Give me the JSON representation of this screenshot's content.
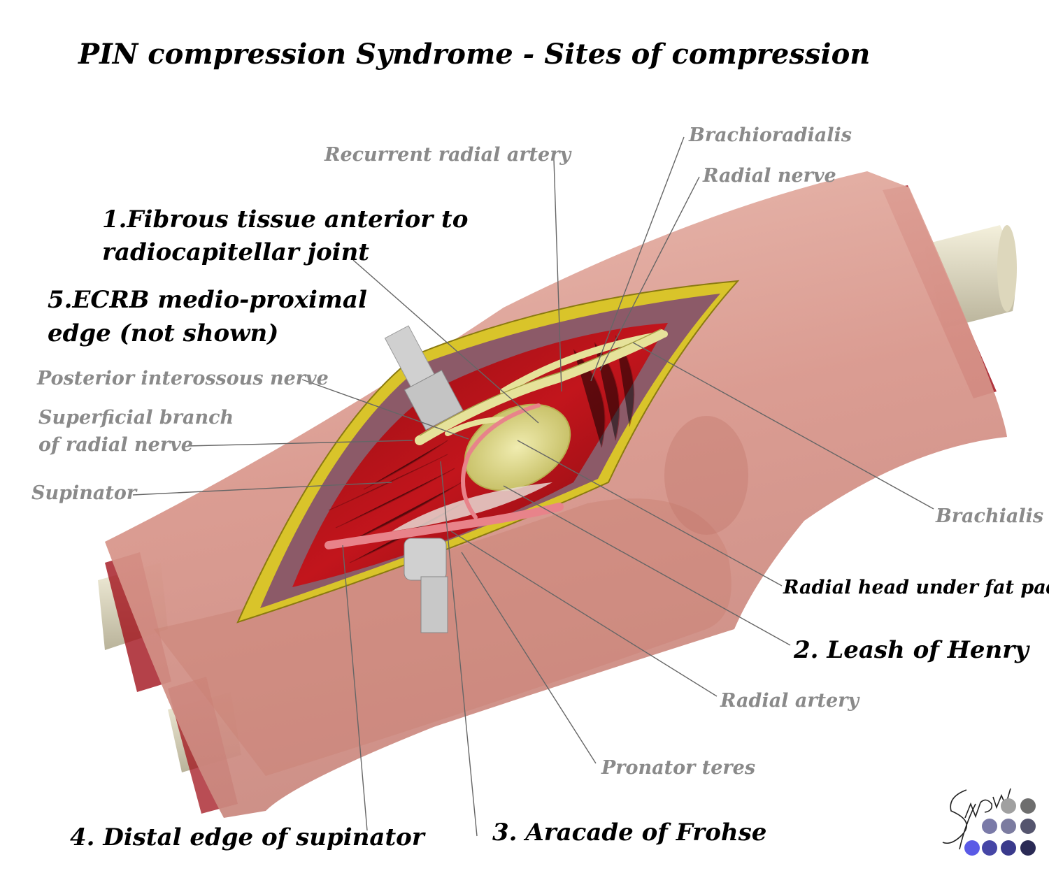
{
  "title": "PIN compression Syndrome - Sites of compression",
  "sites": {
    "fibrous_tissue": [
      "1.Fibrous tissue anterior to",
      "radiocapitellar joint"
    ],
    "ecrb_edge": [
      "5.ECRB medio-proximal",
      "edge (not shown)"
    ],
    "leash_of_henry": "2. Leash of Henry",
    "arcade_of_frohse": "3. Aracade of Frohse",
    "distal_edge_supinator": "4. Distal edge of supinator",
    "radial_head": "Radial head under fat pad"
  },
  "anatomy_labels": {
    "recurrent_radial_artery": "Recurrent radial artery",
    "brachioradialis": "Brachioradialis",
    "radial_nerve": "Radial nerve",
    "posterior_interosseous_nerve": "Posterior interossous nerve",
    "superficial_branch": [
      "Superficial branch",
      "of radial nerve"
    ],
    "supinator": "Supinator",
    "brachialis": "Brachialis",
    "radial_artery": "Radial artery",
    "pronator_teres": "Pronator teres"
  },
  "signature": "Snow",
  "colors": {
    "skin": "#d9978a",
    "muscle": "#b3121b",
    "fat": "#d8c22c",
    "nerve": "#e8e49a",
    "artery": "#e8838a",
    "bone": "#e8e2c8",
    "label_grey": "#8a8a8a"
  },
  "palette_dots": [
    "#a0a0a0",
    "#6e6e6e",
    "#7a7aa8",
    "#7c7ca0",
    "#55556e",
    "#5a5ae6",
    "#4646a6",
    "#3a3a8c",
    "#2a2a55"
  ]
}
